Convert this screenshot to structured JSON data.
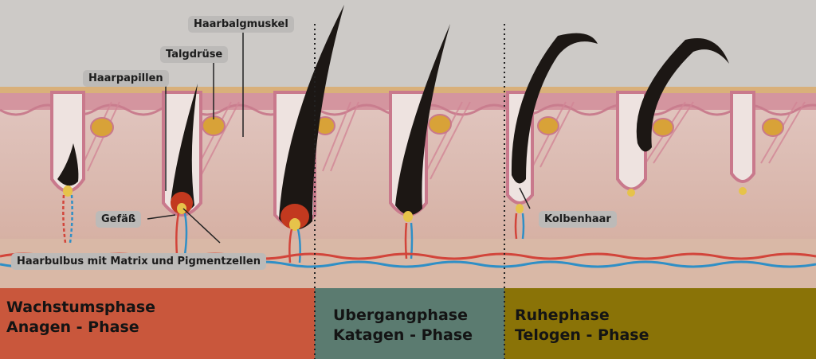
{
  "labels": {
    "haarbalgmuskel": "Haarbalgmuskel",
    "talgdruese": "Talgdrüse",
    "haarpapillen": "Haarpapillen",
    "gefaess": "Gefäß",
    "haarbulbus": "Haarbulbus mit Matrix und Pigmentzellen",
    "kolbenhaar": "Kolbenhaar"
  },
  "phases": [
    {
      "title": "Wachstumsphase",
      "subtitle": "Anagen - Phase",
      "color": "#c9573c"
    },
    {
      "title": "Ubergangphase",
      "subtitle": "Katagen - Phase",
      "color": "#5b7b70"
    },
    {
      "title": "Ruhephase",
      "subtitle": "Telogen - Phase",
      "color": "#8a7307"
    }
  ],
  "colors": {
    "background": "#ccc9c6",
    "skin_surface": "#c87a8f",
    "epidermis": "#d9a7ae",
    "dermis": "#dcc2ba",
    "subcutis": "#d8b9a8",
    "hair": "#1c1714",
    "sebaceous_gland": "#d8a238",
    "artery": "#d2443a",
    "vein": "#2f8fc6"
  }
}
